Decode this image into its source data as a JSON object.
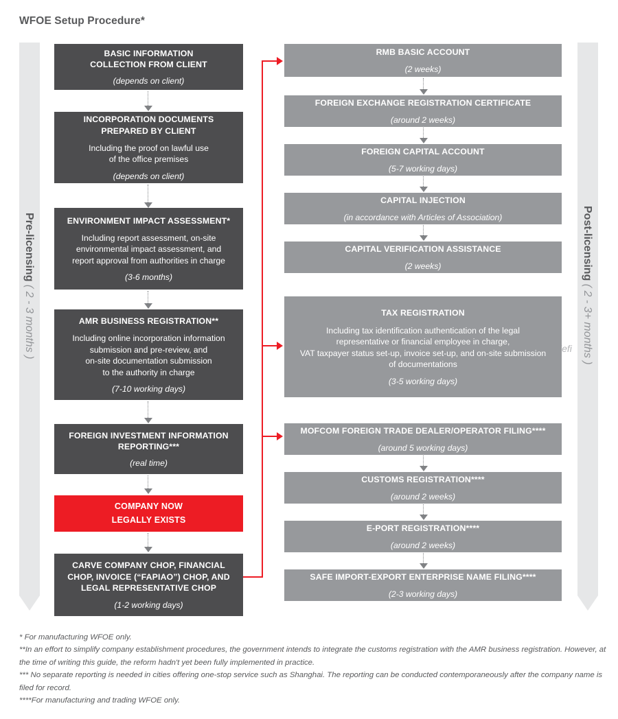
{
  "title": "WFOE Setup Procedure*",
  "phases": {
    "left": {
      "strong": "Pre-licensing",
      "soft": " ( 2 - 3 months )"
    },
    "right": {
      "strong": "Post-licensing",
      "soft": " ( 2 - 3+ months )"
    }
  },
  "watermark": "iefi",
  "colors": {
    "dark_box": "#4d4d4f",
    "light_box": "#97999c",
    "accent_red": "#ed1c24",
    "phase_bar": "#e6e7e8",
    "connector": "#808285"
  },
  "left_column": [
    {
      "id": "basic-information-collection",
      "title": "BASIC INFORMATION\nCOLLECTION FROM CLIENT",
      "body": "",
      "duration": "(depends on client)",
      "style": "dark"
    },
    {
      "id": "incorporation-documents",
      "title": "INCORPORATION DOCUMENTS\nPREPARED BY CLIENT",
      "body": "Including the proof on lawful use\nof the office premises",
      "duration": "(depends on client)",
      "style": "dark"
    },
    {
      "id": "environment-impact-assessment",
      "title": "ENVIRONMENT IMPACT ASSESSMENT*",
      "body": "Including report assessment, on-site\nenvironmental impact assessment, and\nreport approval from authorities in charge",
      "duration": "(3-6 months)",
      "style": "dark"
    },
    {
      "id": "amr-business-registration",
      "title": "AMR BUSINESS REGISTRATION**",
      "body": "Including online incorporation information\nsubmission and pre-review, and\non-site documentation submission\nto the authority in charge",
      "duration": "(7-10 working days)",
      "style": "dark"
    },
    {
      "id": "foreign-investment-information-reporting",
      "title": "FOREIGN INVESTMENT INFORMATION\nREPORTING***",
      "body": "",
      "duration": "(real time)",
      "style": "dark"
    },
    {
      "id": "company-now-legally-exists",
      "title": "COMPANY NOW\nLEGALLY EXISTS",
      "body": "",
      "duration": "",
      "style": "red"
    },
    {
      "id": "carve-company-chops",
      "title": "CARVE COMPANY CHOP, FINANCIAL\nCHOP, INVOICE (“FAPIAO”) CHOP, AND\nLEGAL REPRESENTATIVE CHOP",
      "body": "",
      "duration": "(1-2 working days)",
      "style": "dark"
    }
  ],
  "right_column": [
    {
      "id": "rmb-basic-account",
      "title": "RMB BASIC ACCOUNT",
      "body": "",
      "duration": "(2 weeks)",
      "style": "light"
    },
    {
      "id": "foreign-exchange-registration-certificate",
      "title": "FOREIGN EXCHANGE REGISTRATION CERTIFICATE",
      "body": "",
      "duration": "(around 2 weeks)",
      "style": "light"
    },
    {
      "id": "foreign-capital-account",
      "title": "FOREIGN CAPITAL ACCOUNT",
      "body": "",
      "duration": "(5-7 working days)",
      "style": "light"
    },
    {
      "id": "capital-injection",
      "title": "CAPITAL INJECTION",
      "body": "",
      "duration": "(in accordance with Articles of Association)",
      "style": "light"
    },
    {
      "id": "capital-verification-assistance",
      "title": "CAPITAL VERIFICATION ASSISTANCE",
      "body": "",
      "duration": "(2 weeks)",
      "style": "light"
    },
    {
      "id": "tax-registration",
      "title": "TAX REGISTRATION",
      "body": "Including tax identification authentication of the legal\nrepresentative or financial employee in charge,\nVAT taxpayer status set-up, invoice set-up, and on-site submission\nof documentations",
      "duration": "(3-5 working days)",
      "style": "light"
    },
    {
      "id": "mofcom-foreign-trade-dealer-operator-filing",
      "title": "MOFCOM FOREIGN TRADE DEALER/OPERATOR FILING****",
      "body": "",
      "duration": "(around 5 working days)",
      "style": "light"
    },
    {
      "id": "customs-registration",
      "title": "CUSTOMS REGISTRATION****",
      "body": "",
      "duration": "(around 2 weeks)",
      "style": "light"
    },
    {
      "id": "e-port-registration",
      "title": "E-PORT REGISTRATION****",
      "body": "",
      "duration": "(around 2 weeks)",
      "style": "light"
    },
    {
      "id": "safe-import-export-enterprise-name-filing",
      "title": "SAFE IMPORT-EXPORT ENTERPRISE NAME FILING****",
      "body": "",
      "duration": "(2-3 working days)",
      "style": "light"
    }
  ],
  "footnotes": [
    "* For manufacturing WFOE only.",
    "**In an effort to simplify company establishment procedures, the government intends to integrate the customs registration with the AMR business registration. However, at the time of writing this guide, the reform hadn't yet been fully implemented in practice.",
    "*** No separate reporting is needed in cities offering one-stop service such as Shanghai. The reporting can be conducted contemporaneously after the company name is filed for record.",
    "****For manufacturing and trading WFOE only."
  ]
}
